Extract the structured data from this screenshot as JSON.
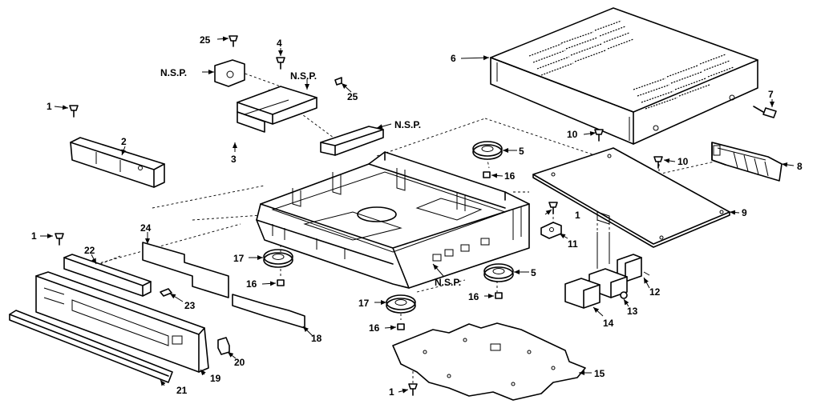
{
  "labels": {
    "l1a": "1",
    "l1b": "1",
    "l1c": "1",
    "l1d": "1",
    "l2": "2",
    "l3": "3",
    "l4": "4",
    "l5a": "5",
    "l5b": "5",
    "l6": "6",
    "l7": "7",
    "l8": "8",
    "l9": "9",
    "l10a": "10",
    "l10b": "10",
    "l11": "11",
    "l12": "12",
    "l13": "13",
    "l14": "14",
    "l15": "15",
    "l16a": "16",
    "l16b": "16",
    "l16c": "16",
    "l16d": "16",
    "l17a": "17",
    "l17b": "17",
    "l18": "18",
    "l19": "19",
    "l20": "20",
    "l21": "21",
    "l22": "22",
    "l23": "23",
    "l24": "24",
    "l25a": "25",
    "l25b": "25",
    "nsp1": "N.S.P.",
    "nsp2": "N.S.P.",
    "nsp3": "N.S.P.",
    "nsp4": "N.S.P."
  }
}
